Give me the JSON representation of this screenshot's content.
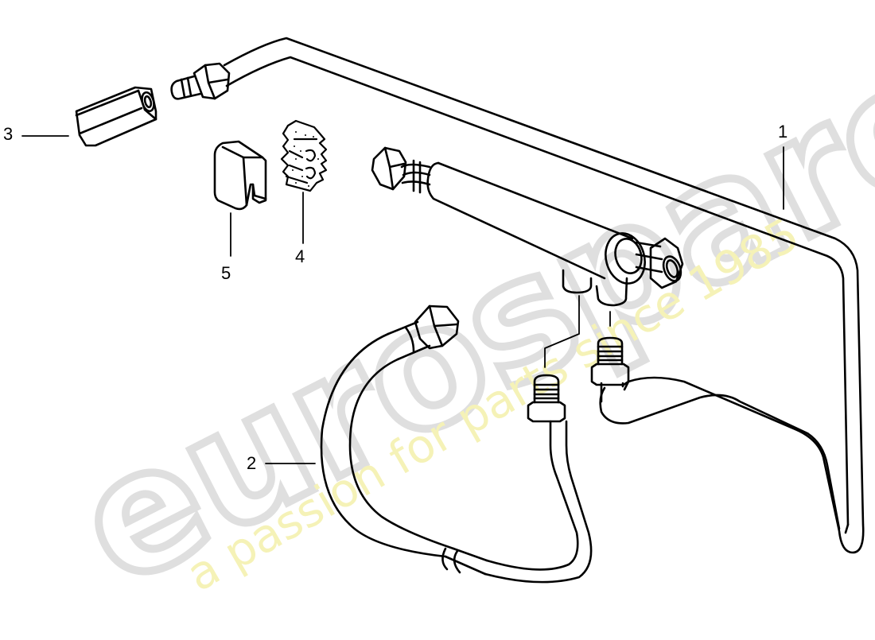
{
  "diagram": {
    "type": "exploded-parts-diagram",
    "subject": "Pipe / line assembly with filter housing",
    "line_color": "#000000",
    "background": "#ffffff"
  },
  "watermark": {
    "brand": "eurospares",
    "tagline": "a passion for parts since 1985",
    "brand_color": "#d9d9d9",
    "tagline_color": "#f3f0a0"
  },
  "callouts": [
    {
      "id": "1",
      "label": "1",
      "part": "rigid pipe (long, bent)"
    },
    {
      "id": "2",
      "label": "2",
      "part": "flexible hose with union nut"
    },
    {
      "id": "3",
      "label": "3",
      "part": "hex connector sleeve"
    },
    {
      "id": "4",
      "label": "4",
      "part": "serrated pad / damper"
    },
    {
      "id": "5",
      "label": "5",
      "part": "U-clip holder"
    }
  ]
}
